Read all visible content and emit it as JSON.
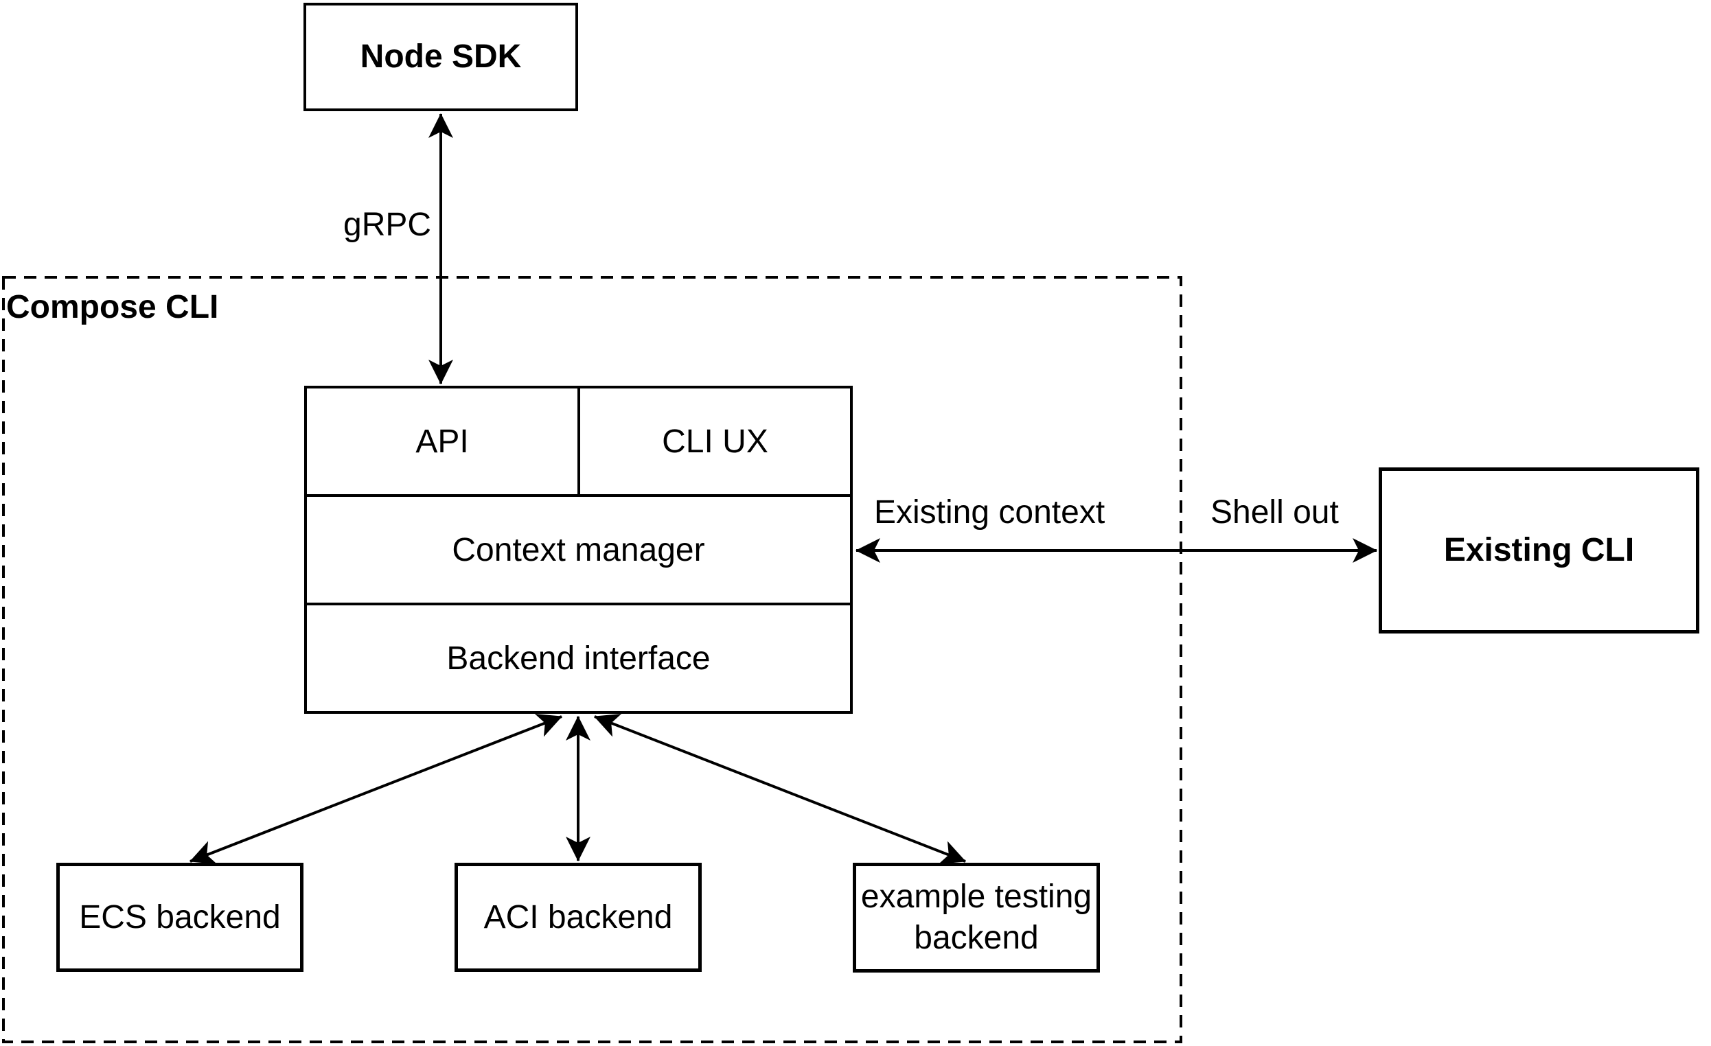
{
  "diagram": {
    "containers": {
      "compose_cli": {
        "label": "Compose CLI"
      }
    },
    "nodes": {
      "node_sdk": {
        "label": "Node SDK"
      },
      "api": {
        "label": "API"
      },
      "cli_ux": {
        "label": "CLI UX"
      },
      "context_manager": {
        "label": "Context manager"
      },
      "backend_interface": {
        "label": "Backend interface"
      },
      "existing_cli": {
        "label": "Existing CLI"
      },
      "ecs_backend": {
        "label": "ECS backend"
      },
      "aci_backend": {
        "label": "ACI backend"
      },
      "example_testing_backend": {
        "label": "example testing backend"
      }
    },
    "edges": {
      "grpc": {
        "label": "gRPC"
      },
      "existing_context": {
        "label": "Existing context"
      },
      "shell_out": {
        "label": "Shell out"
      }
    },
    "colors": {
      "stroke": "#000000",
      "background": "#ffffff",
      "text": "#000000"
    }
  }
}
